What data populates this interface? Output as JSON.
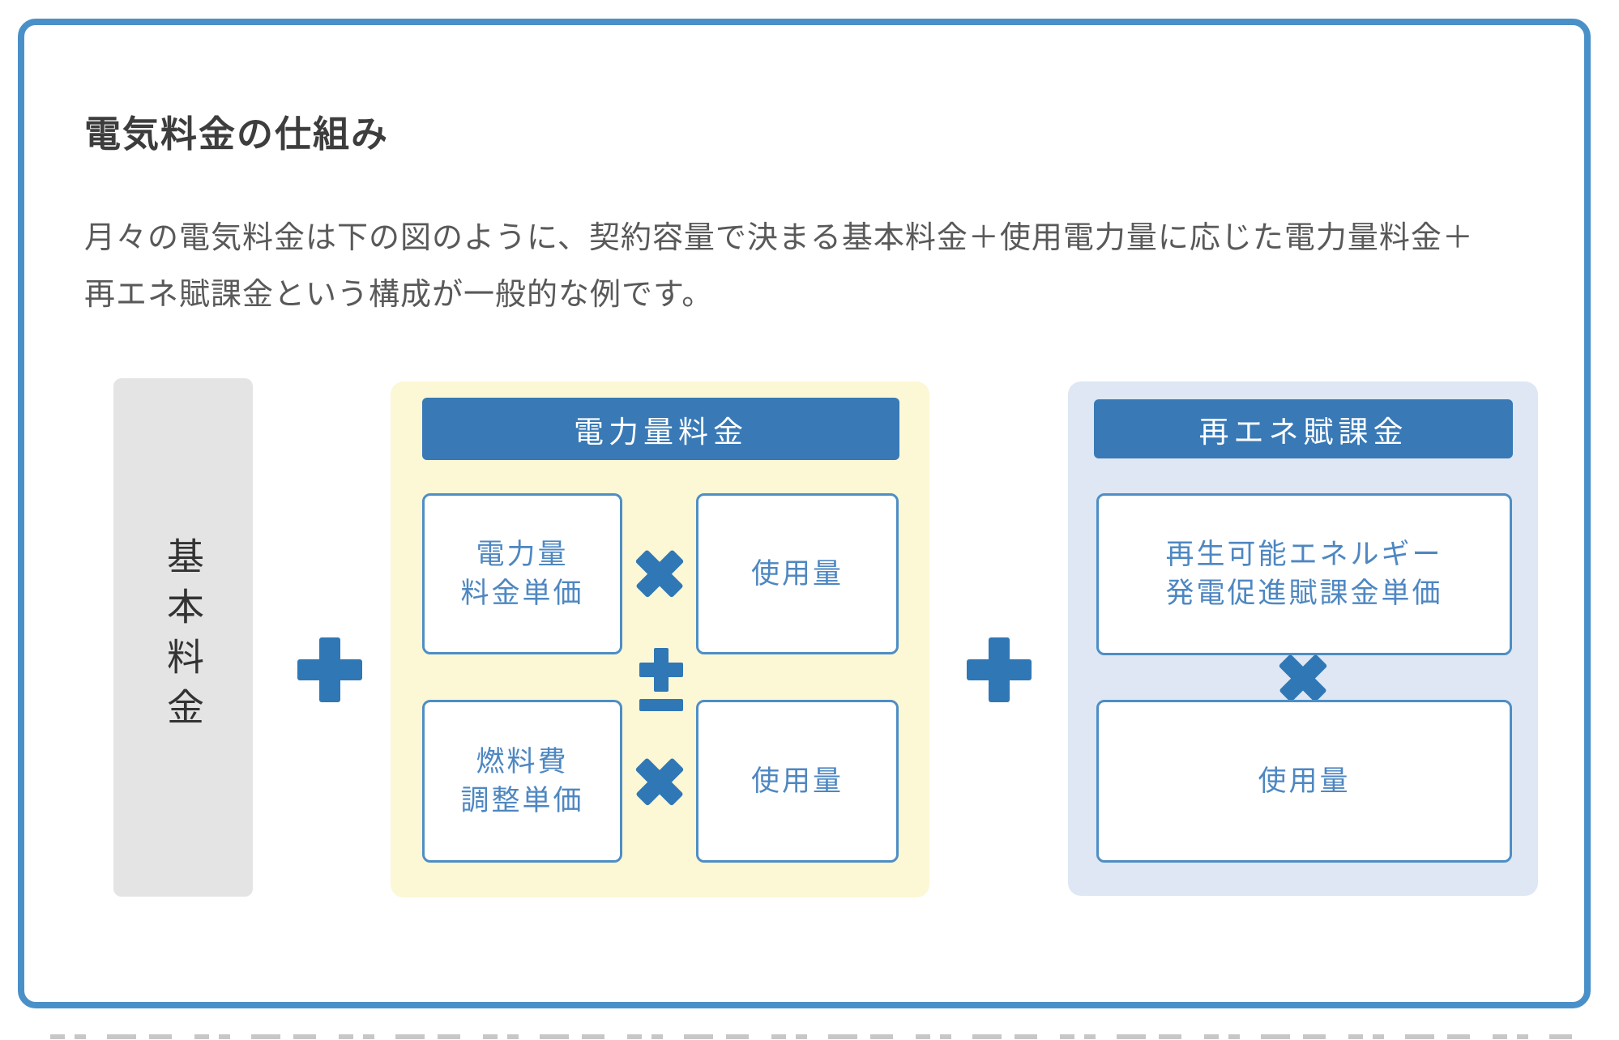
{
  "page": {
    "title": "電気料金の仕組み",
    "description_lines": {
      "line1": "月々の電気料金は下の図のように、契約容量で決まる基本料金＋使用電力量に応じた電力量料金＋",
      "line2": "再エネ賦課金という構成が一般的な例です。"
    }
  },
  "diagram": {
    "basic_charge": {
      "label": "基本料金"
    },
    "operators": {
      "plus": "＋",
      "multiply": "×",
      "plus_minus": "±"
    },
    "energy_charge": {
      "header": "電力量料金",
      "unit_price": {
        "line1": "電力量",
        "line2": "料金単価"
      },
      "usage1": "使用量",
      "fuel_adjustment": {
        "line1": "燃料費",
        "line2": "調整単価"
      },
      "usage2": "使用量"
    },
    "renewable_surcharge": {
      "header": "再エネ賦課金",
      "unit_price": {
        "line1": "再生可能エネルギー",
        "line2": "発電促進賦課金単価"
      },
      "usage": "使用量"
    }
  },
  "colors": {
    "card_border": "#4a90c8",
    "header_bg": "#3879b6",
    "operator": "#3077b5",
    "panel_yellow": "#fcf7d5",
    "panel_blue": "#dee7f3",
    "basic_box_gray": "#e4e4e4",
    "box_border": "#4e8ec5",
    "box_text": "#4e87c1",
    "title_text": "#3d3d3d",
    "body_text": "#595959"
  }
}
